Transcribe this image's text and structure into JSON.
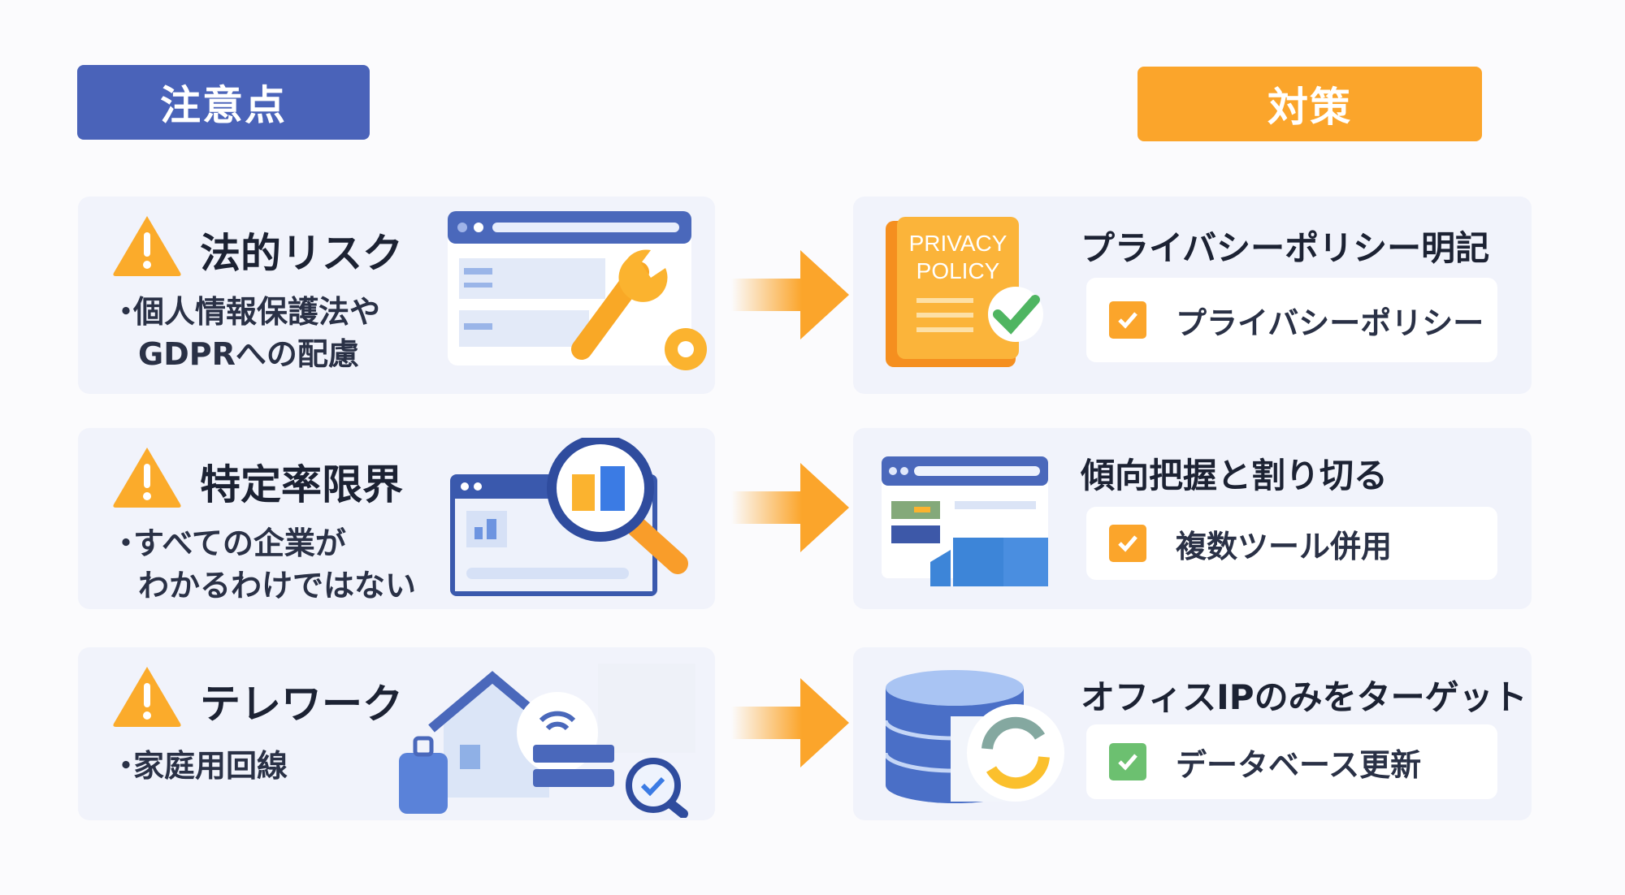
{
  "headers": {
    "left": "注意点",
    "right": "対策"
  },
  "colors": {
    "blue": "#4a63b9",
    "orange": "#fba52b",
    "green": "#6cc070",
    "text": "#1c2233"
  },
  "rows": [
    {
      "risk_title": "法的リスク",
      "bullet_marker": "・",
      "bullet_line1": "個人情報保護法や",
      "bullet_line2": "GDPRへの配慮",
      "measure_title": "プライバシーポリシー明記",
      "check_item": "プライバシーポリシー",
      "illustration_text": [
        "PRIVACY",
        "POLICY"
      ]
    },
    {
      "risk_title": "特定率限界",
      "bullet_marker": "・",
      "bullet_line1": "すべての企業が",
      "bullet_line2": "わかるわけではない",
      "measure_title": "傾向把握と割り切る",
      "check_item": "複数ツール併用"
    },
    {
      "risk_title": "テレワーク",
      "bullet_marker": "・",
      "bullet_line1": "家庭用回線",
      "measure_title": "オフィスIPのみをターゲット",
      "check_item": "データベース更新"
    }
  ]
}
